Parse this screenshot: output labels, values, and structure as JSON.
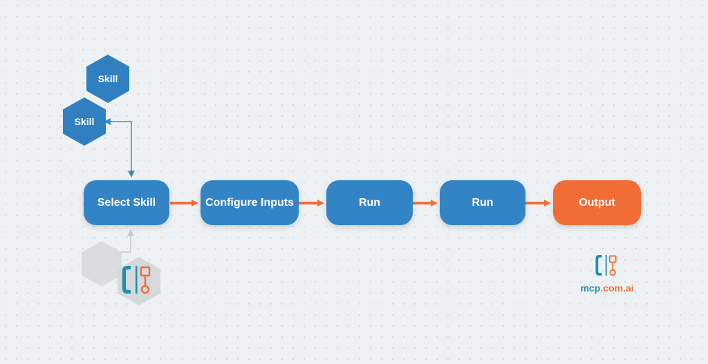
{
  "hexagons": [
    {
      "label": "Skill"
    },
    {
      "label": "Skill"
    }
  ],
  "flow": {
    "nodes": [
      {
        "label": "Select Skill"
      },
      {
        "label": "Configure Inputs"
      },
      {
        "label": "Run"
      },
      {
        "label": "Run"
      },
      {
        "label": "Output"
      }
    ]
  },
  "brand": {
    "mcp": "mcp",
    "domain": ".com.ai"
  },
  "colors": {
    "node_blue": "#3384c5",
    "node_orange": "#f26d35",
    "arrow": "#f26d35",
    "connector": "#3a8ac8",
    "logo_teal": "#1f8fa7"
  }
}
